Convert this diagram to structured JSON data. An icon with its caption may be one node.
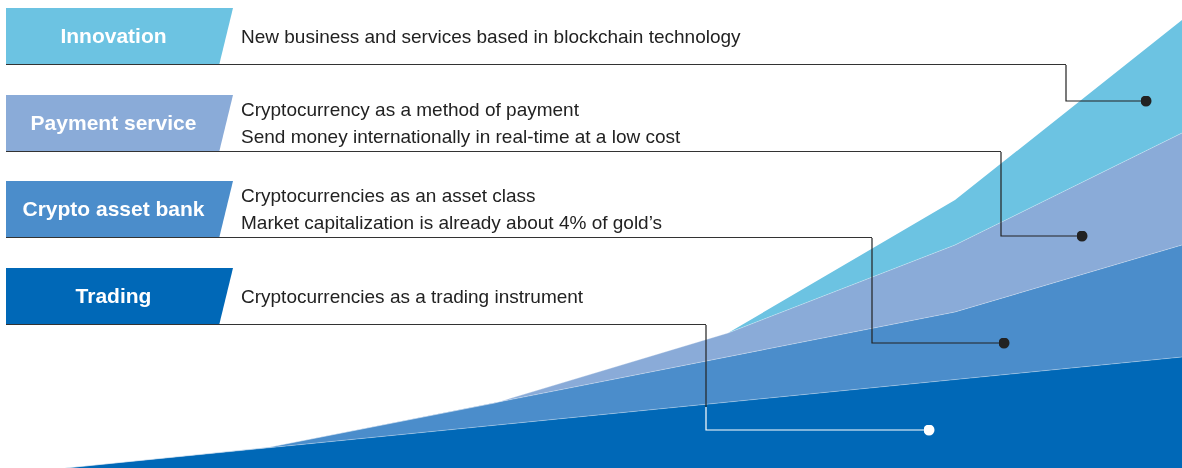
{
  "diagram": {
    "nodes": [
      {
        "text": [
          "Innovation",
          "New business and services based in blockchain technology"
        ]
      },
      {
        "text": [
          "Payment service",
          "Cryptocurrency as a method of payment",
          "Send money internationally in real-time at a low cost"
        ]
      },
      {
        "text": [
          "Crypto asset bank",
          "Cryptocurrencies as an asset class",
          "Market capitalization is already about 4% of gold’s"
        ]
      },
      {
        "text": [
          "Trading",
          "Cryptocurrencies as a trading instrument"
        ]
      }
    ],
    "edges": [
      {
        "from": 0,
        "to": null,
        "arrow": "other"
      },
      {
        "from": 1,
        "to": null,
        "arrow": "other"
      },
      {
        "from": 2,
        "to": null,
        "arrow": "other"
      },
      {
        "from": 3,
        "to": null,
        "arrow": "other",
        "color": "#ffffff"
      }
    ]
  }
}
